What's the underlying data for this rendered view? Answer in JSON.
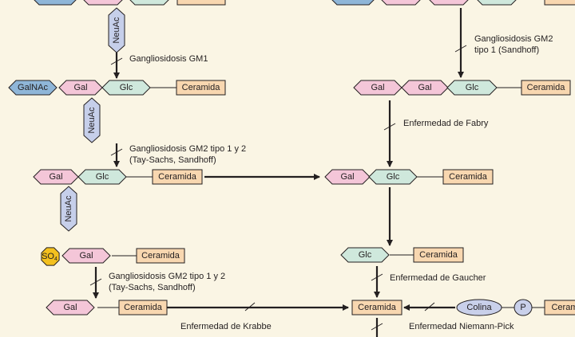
{
  "colors": {
    "background": "#faf5e4",
    "gal": "#f4c6d8",
    "galnac": "#8fb6d8",
    "glc": "#cfe8dc",
    "neuac": "#c6cfea",
    "ceramida": "#f8d7b0",
    "so4": "#f3c01e",
    "colina": "#c9d0ea",
    "p": "#c9d0ea",
    "stroke": "#231f20"
  },
  "labels": {
    "gal": "Gal",
    "galnac": "GalNAc",
    "glc": "Glc",
    "neuac": "NeuAc",
    "ceramida": "Ceramida",
    "so4_main": "SO",
    "so4_sub": "4",
    "colina": "Colina",
    "p": "P",
    "ceram_partial": "Ceram"
  },
  "diseases": {
    "gm1": "Gangliosidosis GM1",
    "gm2_t1_line1": "Gangliosidosis GM2",
    "gm2_t1_line2": "tipo 1 (Sandhoff)",
    "gm2_t12_a_line1": "Gangliosidosis GM2 tipo 1 y 2",
    "gm2_t12_a_line2": "(Tay-Sachs, Sandhoff)",
    "fabry": "Enfermedad de Fabry",
    "gm2_t12_b_line1": "Gangliosidosis GM2 tipo 1 y 2",
    "gm2_t12_b_line2": "(Tay-Sachs, Sandhoff)",
    "gaucher": "Enfermedad de Gaucher",
    "krabbe": "Enfermedad de Krabbe",
    "niemann": "Enfermedad Niemann-Pick"
  }
}
